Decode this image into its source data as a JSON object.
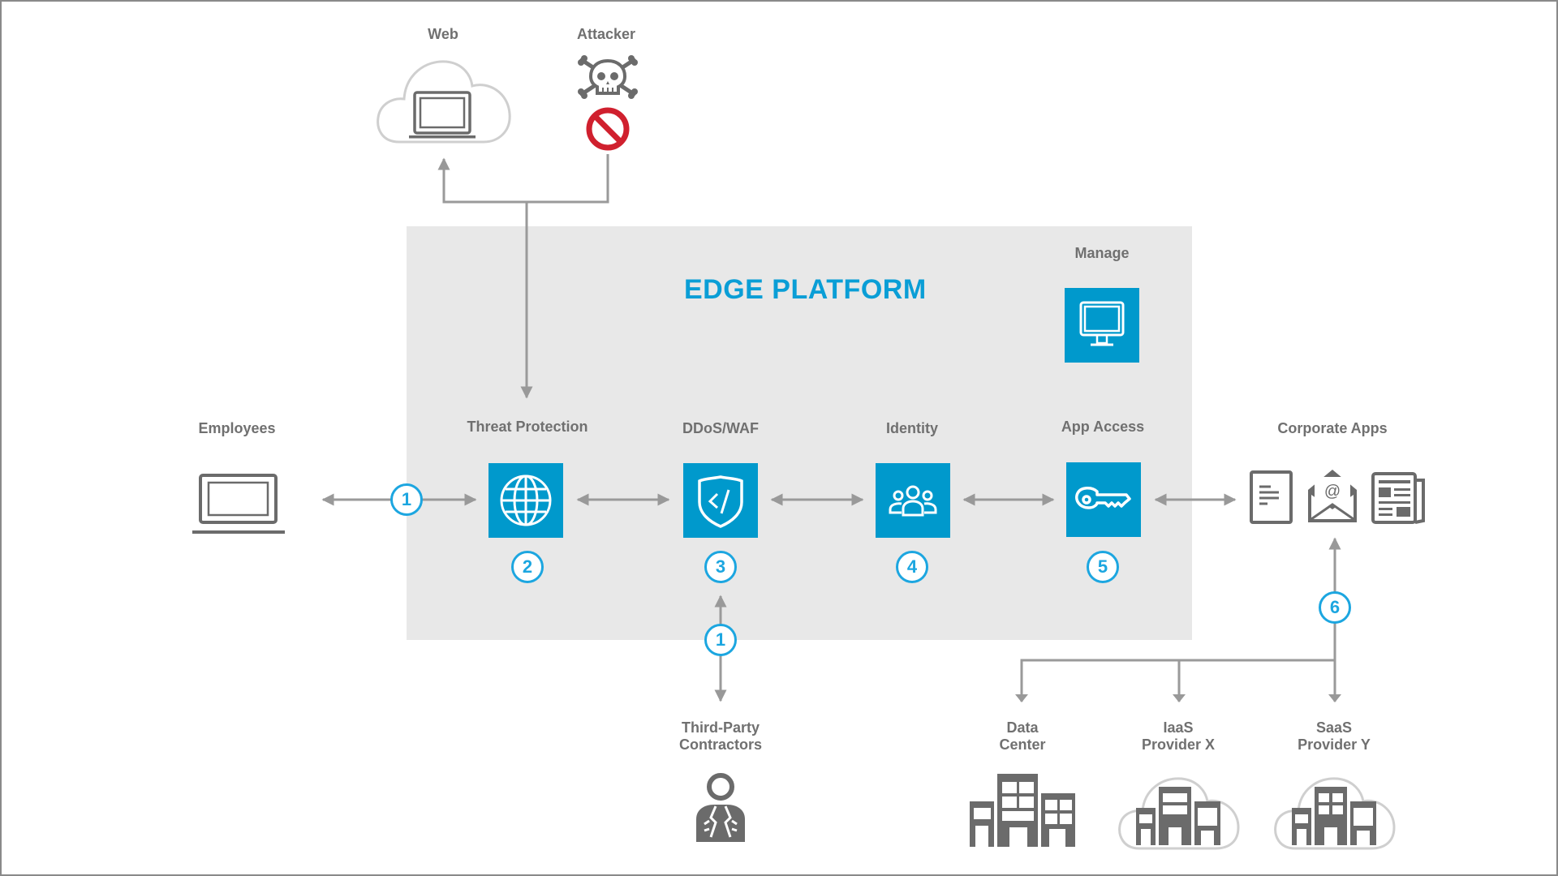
{
  "diagram": {
    "title": "EDGE PLATFORM",
    "colors": {
      "accent": "#0099cc",
      "title": "#0a9ed6",
      "badge": "#1ca6e0",
      "panel": "#e8e8e8",
      "connector": "#999999",
      "icon_gray": "#6b6b6b",
      "block_red": "#d0202e"
    },
    "top": {
      "web": {
        "label": "Web",
        "icon": "cloud-laptop-icon"
      },
      "attacker": {
        "label": "Attacker",
        "icon": "skull-crossbones-icon",
        "block_icon": "no-entry-icon"
      }
    },
    "manage": {
      "label": "Manage",
      "icon": "monitor-icon"
    },
    "endpoints": {
      "employees": {
        "label": "Employees",
        "icon": "laptop-icon",
        "step": "1"
      },
      "corporate_apps": {
        "label": "Corporate Apps",
        "icons": [
          "document-icon",
          "email-icon",
          "newspaper-icon"
        ]
      },
      "contractors": {
        "label_line1": "Third-Party",
        "label_line2": "Contractors",
        "icon": "person-icon",
        "step": "1"
      }
    },
    "services": [
      {
        "label": "Threat Protection",
        "icon": "globe-icon",
        "step": "2"
      },
      {
        "label": "DDoS/WAF",
        "icon": "shield-code-icon",
        "step": "3"
      },
      {
        "label": "Identity",
        "icon": "users-icon",
        "step": "4"
      },
      {
        "label": "App Access",
        "icon": "key-icon",
        "step": "5"
      }
    ],
    "hosting": {
      "step": "6",
      "targets": [
        {
          "label_line1": "Data",
          "label_line2": "Center",
          "icon": "buildings-icon"
        },
        {
          "label_line1": "IaaS",
          "label_line2": "Provider X",
          "icon": "cloud-buildings-icon"
        },
        {
          "label_line1": "SaaS",
          "label_line2": "Provider Y",
          "icon": "cloud-buildings-icon"
        }
      ]
    }
  }
}
